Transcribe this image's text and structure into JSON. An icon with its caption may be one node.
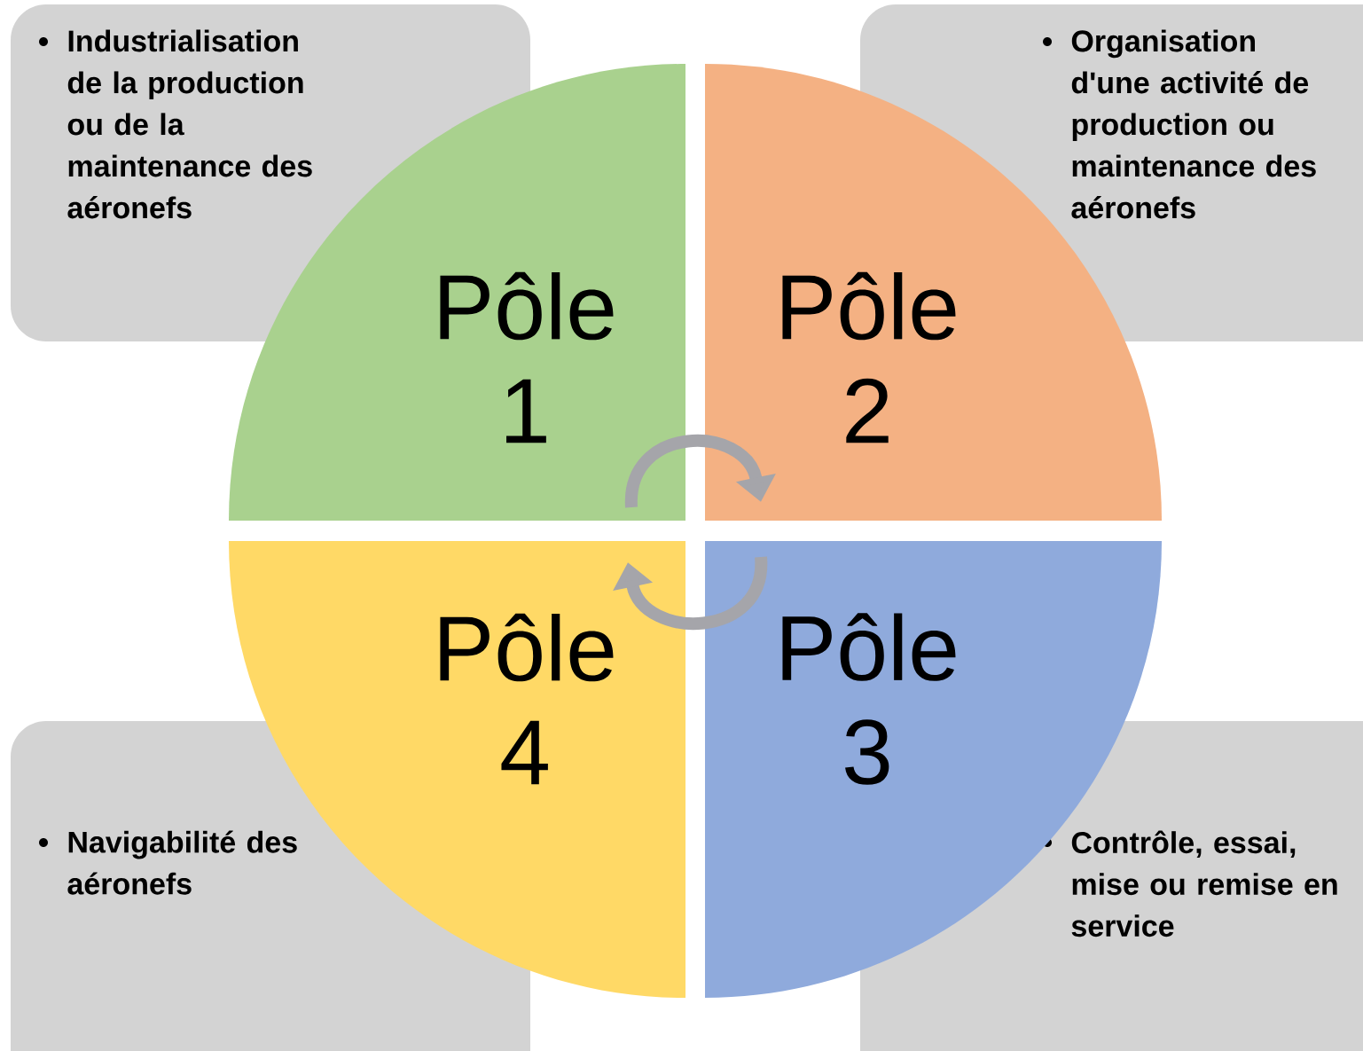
{
  "diagram": {
    "nodes": [
      {
        "text": [
          "Industrialisation de la production ou de la maintenance des aéronefs"
        ]
      },
      {
        "text": [
          "Organisation d'une activité de production ou maintenance des aéronefs"
        ]
      },
      {
        "text": [
          "Navigabilité des aéronefs"
        ]
      },
      {
        "text": [
          "Contrôle, essai, mise ou remise en service"
        ]
      },
      {
        "text": [
          "Pôle 1"
        ]
      },
      {
        "text": [
          "Pôle 2"
        ]
      },
      {
        "text": [
          "Pôle 4"
        ]
      },
      {
        "text": [
          "Pôle 3"
        ]
      }
    ],
    "edges": [
      {
        "from": 4,
        "to": 5,
        "arrow": "to"
      },
      {
        "from": 7,
        "to": 6,
        "arrow": "to"
      }
    ]
  }
}
